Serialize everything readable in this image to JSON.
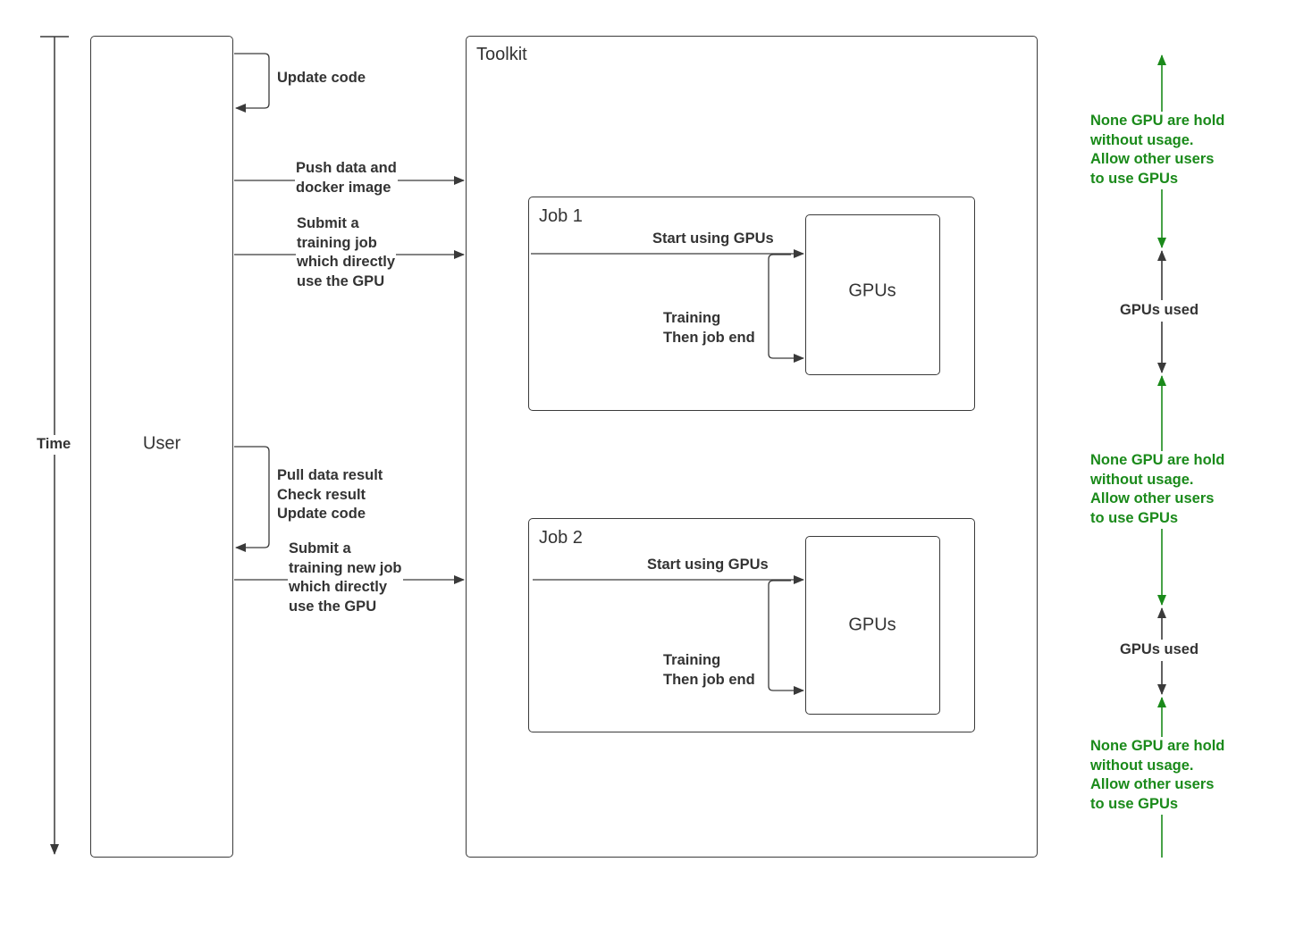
{
  "time_axis": {
    "label": "Time"
  },
  "user": {
    "label": "User"
  },
  "toolkit": {
    "title": "Toolkit"
  },
  "steps": {
    "update_code": "Update code",
    "push": [
      "Push data and",
      "docker image"
    ],
    "submit1": [
      "Submit a",
      "training job",
      "which directly",
      "use the GPU"
    ],
    "pull": [
      "Pull data result",
      "Check result",
      "Update code"
    ],
    "submit2": [
      "Submit a",
      "training new job",
      "which directly",
      "use the GPU"
    ]
  },
  "jobs": [
    {
      "title": "Job 1",
      "start_label": "Start using GPUs",
      "training_label": [
        "Training",
        "Then job end"
      ],
      "gpu_label": "GPUs"
    },
    {
      "title": "Job 2",
      "start_label": "Start using GPUs",
      "training_label": [
        "Training",
        "Then job end"
      ],
      "gpu_label": "GPUs"
    }
  ],
  "timeline": {
    "idle_label": [
      "None GPU are hold",
      "without usage.",
      "Allow other users",
      "to use GPUs"
    ],
    "used_label": "GPUs used",
    "idle_color": "#1a8a1a",
    "used_color": "#333333"
  }
}
